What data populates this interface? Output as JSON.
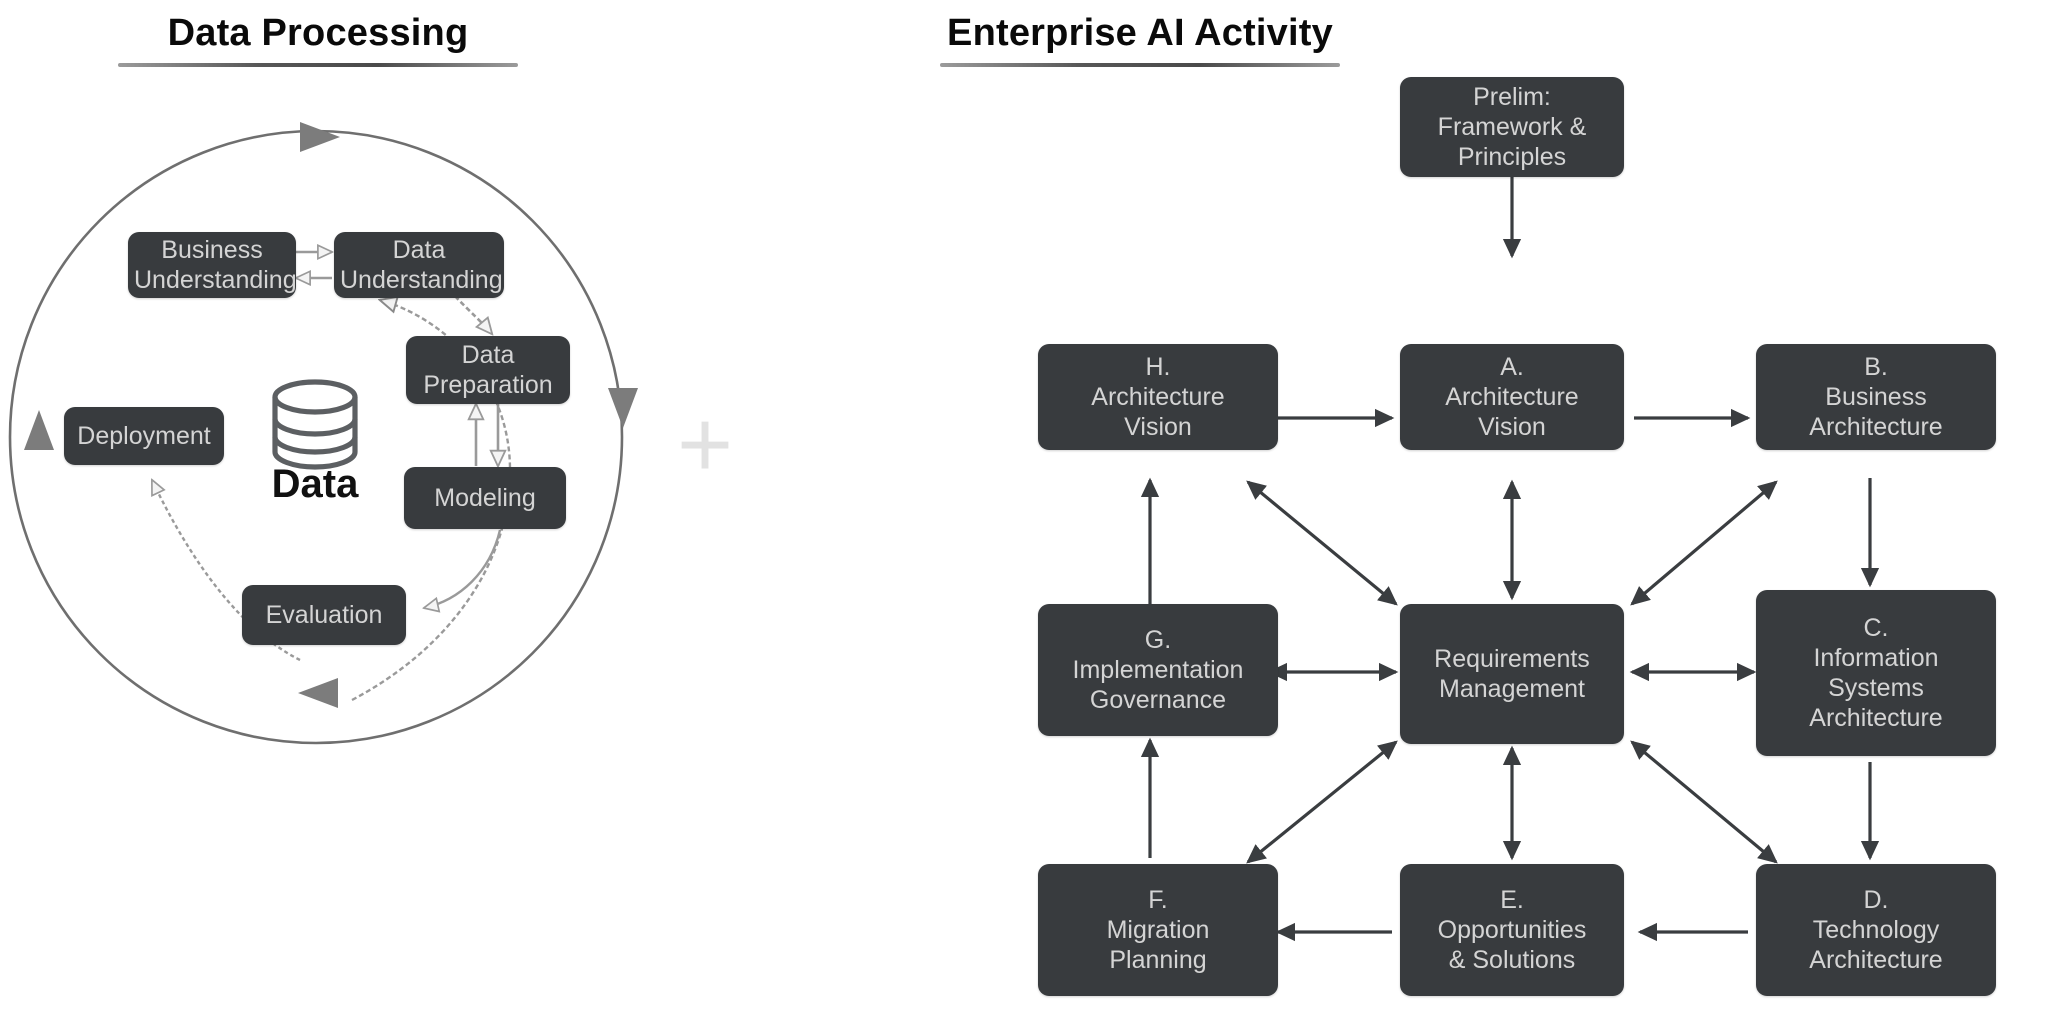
{
  "panels": {
    "left": {
      "title": "Data Processing"
    },
    "right": {
      "title": "Enterprise AI Activity"
    },
    "combiner": {
      "symbol": "+",
      "name": "plus-symbol"
    }
  },
  "crisp_dm": {
    "center_icon": "database-cylinder-icon",
    "center_label": "Data",
    "nodes": [
      {
        "id": "business-understanding",
        "label": "Business\nUnderstanding"
      },
      {
        "id": "data-understanding",
        "label": "Data\nUnderstanding"
      },
      {
        "id": "data-preparation",
        "label": "Data\nPreparation"
      },
      {
        "id": "modeling",
        "label": "Modeling"
      },
      {
        "id": "evaluation",
        "label": "Evaluation"
      },
      {
        "id": "deployment",
        "label": "Deployment"
      }
    ],
    "edges": [
      {
        "from": "business-understanding",
        "to": "data-understanding",
        "type": "bidirectional"
      },
      {
        "from": "data-understanding",
        "to": "data-preparation",
        "type": "directed"
      },
      {
        "from": "data-preparation",
        "to": "modeling",
        "type": "bidirectional"
      },
      {
        "from": "modeling",
        "to": "evaluation",
        "type": "directed"
      },
      {
        "from": "evaluation",
        "to": "business-understanding",
        "type": "directed"
      },
      {
        "from": "evaluation",
        "to": "deployment",
        "type": "directed"
      }
    ],
    "outer_cycle": {
      "shape": "circle",
      "direction": "clockwise",
      "arrowheads": 4
    }
  },
  "togaf": {
    "nodes": [
      {
        "id": "prelim",
        "label": "Prelim:\nFramework &\nPrinciples"
      },
      {
        "id": "h",
        "label": "H.\nArchitecture\nVision"
      },
      {
        "id": "a",
        "label": "A.\nArchitecture\nVision"
      },
      {
        "id": "b",
        "label": "B.\nBusiness\nArchitecture"
      },
      {
        "id": "g",
        "label": "G.\nImplementation\nGovernance"
      },
      {
        "id": "req",
        "label": "Requirements\nManagement"
      },
      {
        "id": "c",
        "label": "C.\nInformation\nSystems\nArchitecture"
      },
      {
        "id": "f",
        "label": "F.\nMigration\nPlanning"
      },
      {
        "id": "e",
        "label": "E.\nOpportunities\n& Solutions"
      },
      {
        "id": "d",
        "label": "D.\nTechnology\nArchitecture"
      }
    ],
    "edges": [
      {
        "from": "prelim",
        "to": "a",
        "type": "directed"
      },
      {
        "from": "h",
        "to": "a",
        "type": "directed"
      },
      {
        "from": "a",
        "to": "b",
        "type": "directed"
      },
      {
        "from": "b",
        "to": "c",
        "type": "directed"
      },
      {
        "from": "c",
        "to": "d",
        "type": "directed"
      },
      {
        "from": "d",
        "to": "e",
        "type": "directed"
      },
      {
        "from": "e",
        "to": "f",
        "type": "directed"
      },
      {
        "from": "g",
        "to": "h",
        "type": "directed"
      },
      {
        "from": "a",
        "to": "req",
        "type": "bidirectional"
      },
      {
        "from": "g",
        "to": "req",
        "type": "bidirectional"
      },
      {
        "from": "c",
        "to": "req",
        "type": "bidirectional"
      },
      {
        "from": "e",
        "to": "req",
        "type": "bidirectional"
      },
      {
        "from": "h",
        "to": "req",
        "type": "bidirectional"
      },
      {
        "from": "b",
        "to": "req",
        "type": "bidirectional"
      },
      {
        "from": "f",
        "to": "req",
        "type": "bidirectional"
      },
      {
        "from": "d",
        "to": "req",
        "type": "bidirectional"
      }
    ]
  },
  "colors": {
    "node_fill": "#383b3e",
    "node_text": "#d4d4d4",
    "title_text": "#0a0a0a",
    "arrow_dark": "#3a3d40",
    "arrow_light": "#8d8d8d",
    "plus": "#e2e2e2",
    "background": "#ffffff"
  }
}
